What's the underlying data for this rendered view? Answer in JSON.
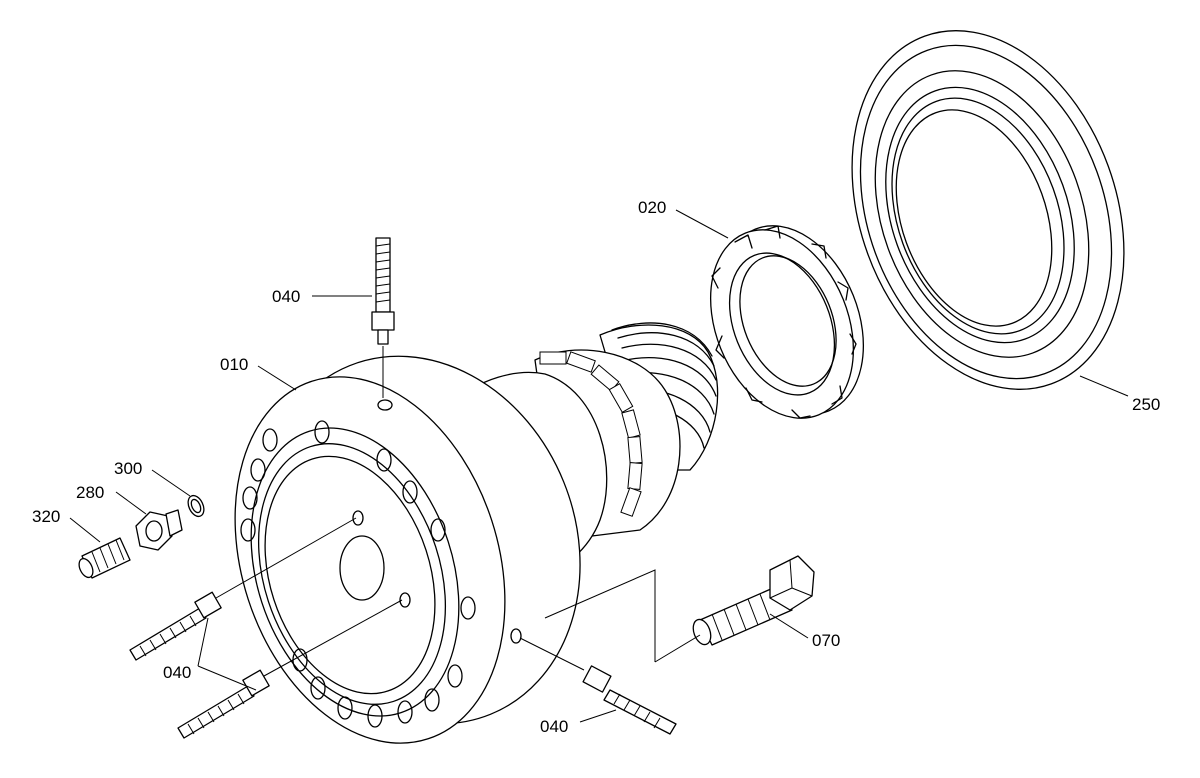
{
  "labels": {
    "p010": "010",
    "p020": "020",
    "p040_top": "040",
    "p040_left": "040",
    "p040_bottom": "040",
    "p070": "070",
    "p250": "250",
    "p280": "280",
    "p300": "300",
    "p320": "320"
  }
}
